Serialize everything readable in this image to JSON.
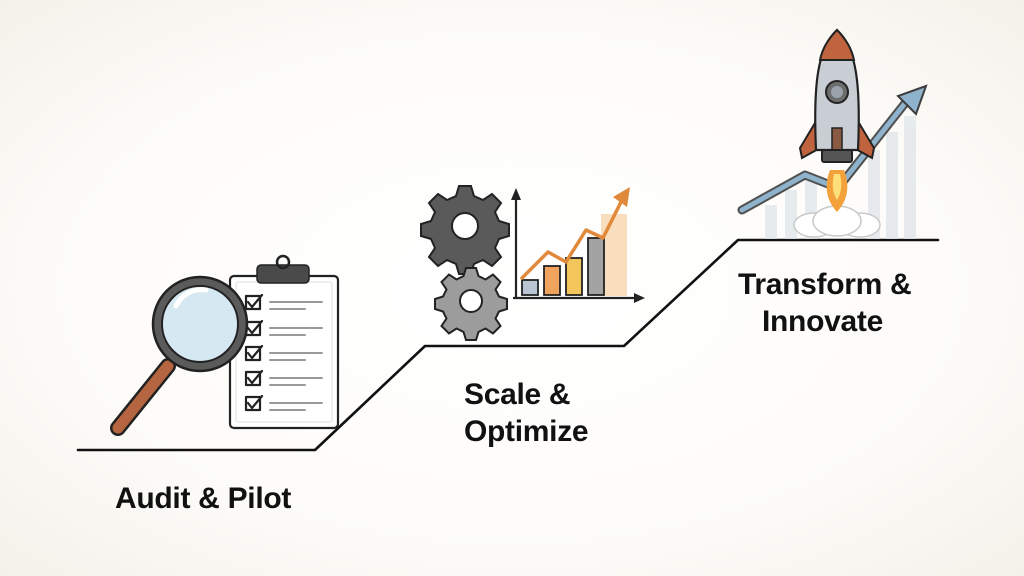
{
  "steps": [
    {
      "lines": [
        "Audit & Pilot"
      ]
    },
    {
      "lines": [
        "Scale &",
        "Optimize"
      ]
    },
    {
      "lines": [
        "Transform &",
        "Innovate"
      ]
    }
  ],
  "icons": {
    "step1": [
      "magnifying-glass-icon",
      "clipboard-checklist-icon"
    ],
    "step2": [
      "gear-icon",
      "bar-chart-icon",
      "trend-arrow-icon"
    ],
    "step3": [
      "rocket-icon",
      "growth-arrow-icon"
    ]
  },
  "colors": {
    "line": "#111111",
    "magnifier_handle": "#b5653f",
    "lens": "#cfe3ee",
    "gear": "#555555",
    "bar_blue": "#a9b8c8",
    "bar_orange": "#f0a35c",
    "bar_yellow": "#f3c65b",
    "bar_gray": "#9a9a9a",
    "trend_line": "#e0893a",
    "rocket_body": "#c8ccd2",
    "rocket_fin": "#c0643f",
    "flame": "#f3a13b",
    "growth_arrow": "#6f9ab8"
  }
}
